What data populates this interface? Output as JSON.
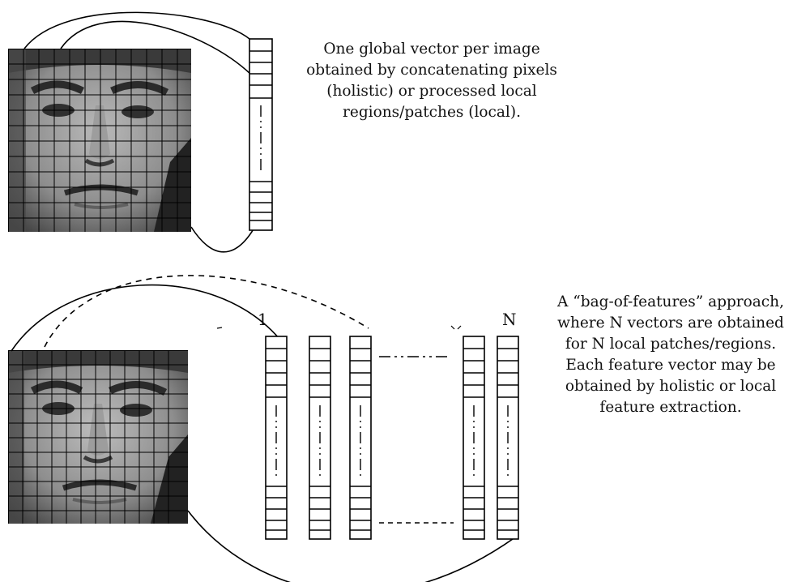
{
  "diagram": {
    "top_caption": "One global vector per image obtained by concatenating pixels (holistic) or processed local regions/patches (local).",
    "bottom_caption": "A “bag-of-features” approach, where N vectors are obtained for N local patches/regions. Each feature vector may be obtained by holistic or local feature extraction.",
    "first_vector_label": "1",
    "last_vector_label": "N"
  },
  "colors": {
    "line": "#000000",
    "face_dark": "#2b2b2b",
    "face_mid": "#7a7a7a",
    "face_light": "#c8c8c8"
  }
}
